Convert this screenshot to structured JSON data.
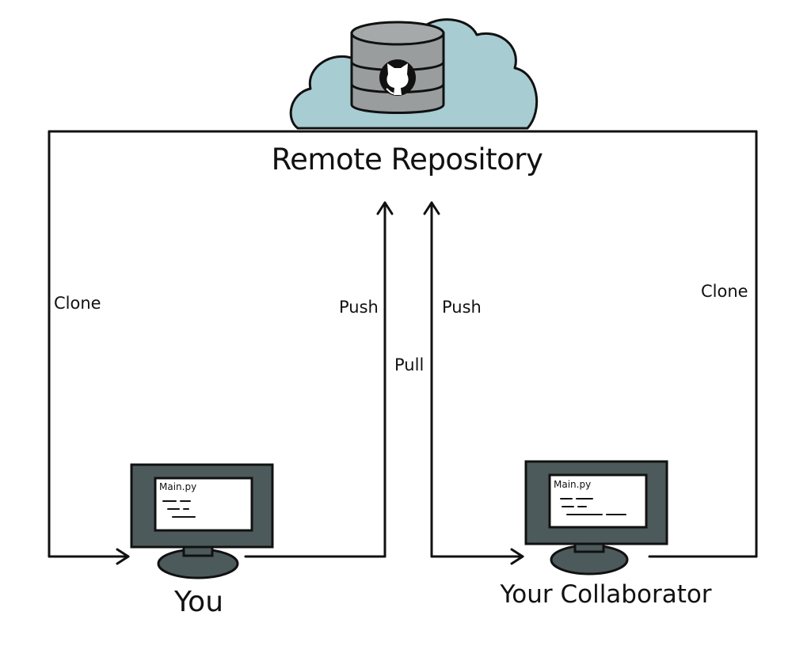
{
  "diagram": {
    "remote": {
      "label": "Remote Repository",
      "icon": "github-icon"
    },
    "left_path": {
      "clone_label": "Clone",
      "push_label": "Push"
    },
    "center": {
      "pull_label": "Pull"
    },
    "right_path": {
      "push_label": "Push",
      "clone_label": "Clone"
    },
    "you": {
      "label": "You",
      "file": "Main.py"
    },
    "collaborator": {
      "label": "Your Collaborator",
      "file": "Main.py"
    }
  },
  "colors": {
    "cloud": "#a7cdd2",
    "database": "#9a9d9d",
    "monitor": "#4c5a5c",
    "line": "#111111"
  }
}
